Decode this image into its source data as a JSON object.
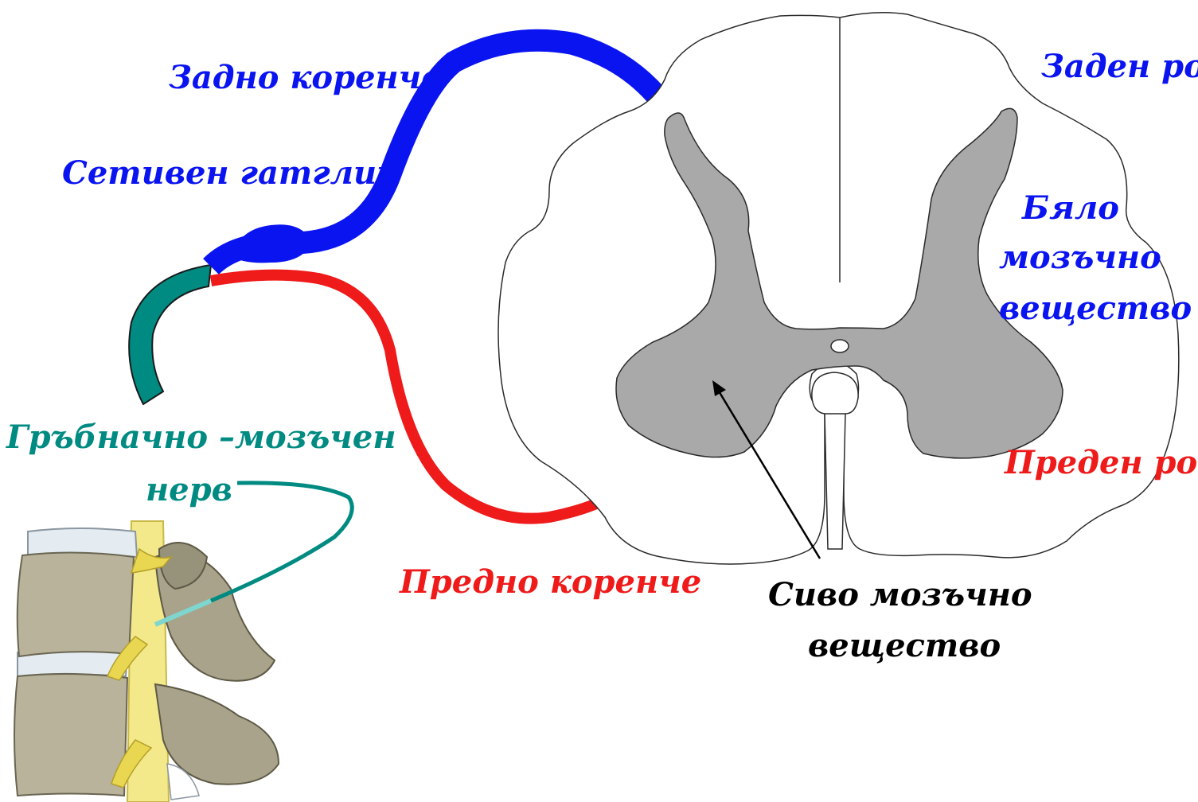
{
  "colors": {
    "dorsal": "#0a14f0",
    "ventral": "#ef1a1a",
    "nerve": "#008b82",
    "gray_matter": "#a9a9a9",
    "black": "#000000"
  },
  "icons": {
    "spinal_cord": "spinal-cord-cross-section-icon",
    "vertebrae": "vertebral-column-icon"
  },
  "labels": {
    "dorsal_root": "Задно коренче",
    "ganglion": "Сетивен гатглий",
    "spinal_nerve_line1": "Гръбначно –мозъчен",
    "spinal_nerve_line2": "нерв",
    "ventral_root": "Предно коренче",
    "dorsal_horn": "Заден рог",
    "white_matter_line1": "Бяло",
    "white_matter_line2": "мозъчно",
    "white_matter_line3": "вещество",
    "ventral_horn": "Преден рог",
    "gray_matter_line1": "Сиво мозъчно",
    "gray_matter_line2": "вещество"
  }
}
